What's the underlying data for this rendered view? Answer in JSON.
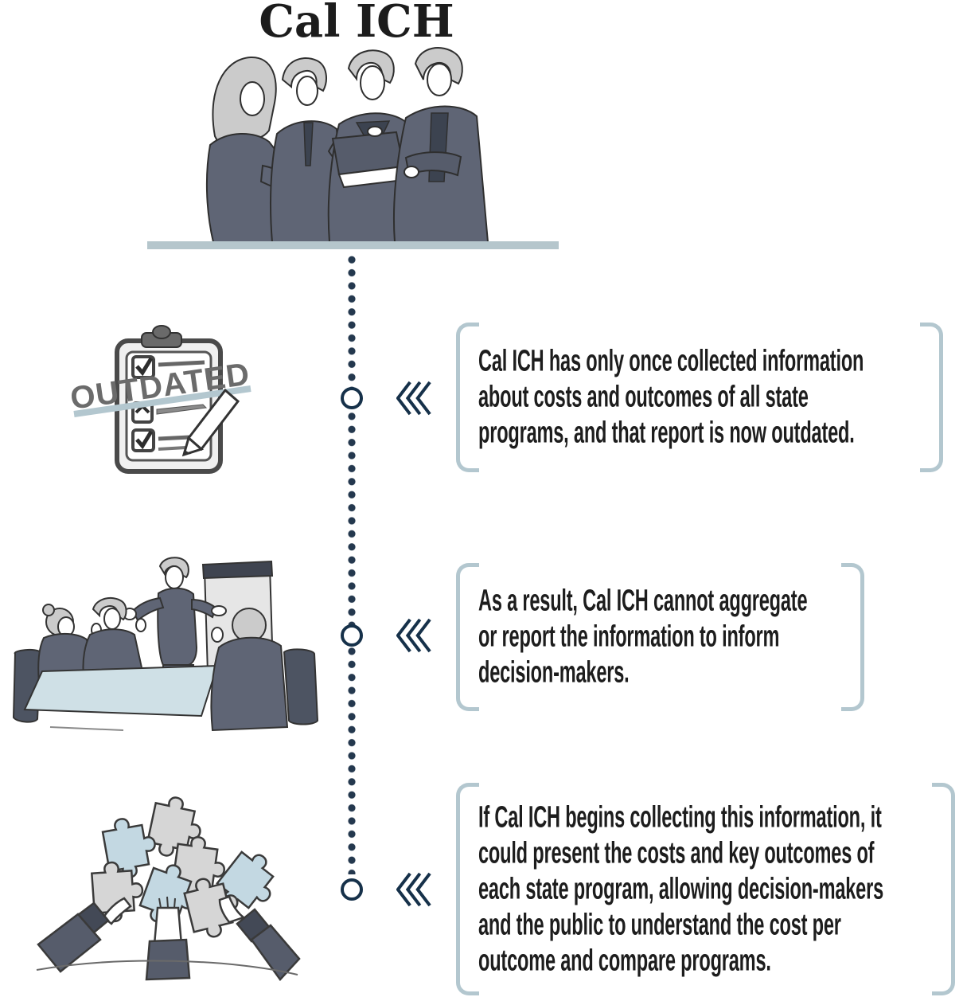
{
  "header": {
    "title": "Cal ICH"
  },
  "colors": {
    "navy": "#1e3750",
    "bracket_blue": "#b3c7cf",
    "ground_bar_blue": "#b5c6cc",
    "suit_gray": "#5f6575",
    "hair_gray": "#cbcbcb",
    "table_blue": "#cfe0e6",
    "puzzle_blue": "#c3d8e2",
    "puzzle_gray": "#d6d6d6",
    "stamp_gray": "#6b6b6b",
    "text": "#1d1d1d"
  },
  "timeline": {
    "stamp_label": "OUTDATED",
    "items": [
      {
        "id": "outdated-report",
        "illustration": "clipboard-checklist-with-outdated-stamp-and-pencil",
        "text": "Cal ICH has only once collected information\nabout costs and outcomes of all state\nprograms, and that report is now outdated."
      },
      {
        "id": "cannot-aggregate",
        "illustration": "team-meeting-presentation-at-flipchart",
        "text": "As a result, Cal ICH cannot aggregate\nor report the information to inform\ndecision-makers."
      },
      {
        "id": "future-collection",
        "illustration": "hands-holding-puzzle-pieces",
        "text": "If Cal ICH begins collecting this information, it\ncould present the costs and key outcomes of\neach state program, allowing decision-makers\nand the public to understand the cost per\noutcome and compare programs."
      }
    ]
  }
}
